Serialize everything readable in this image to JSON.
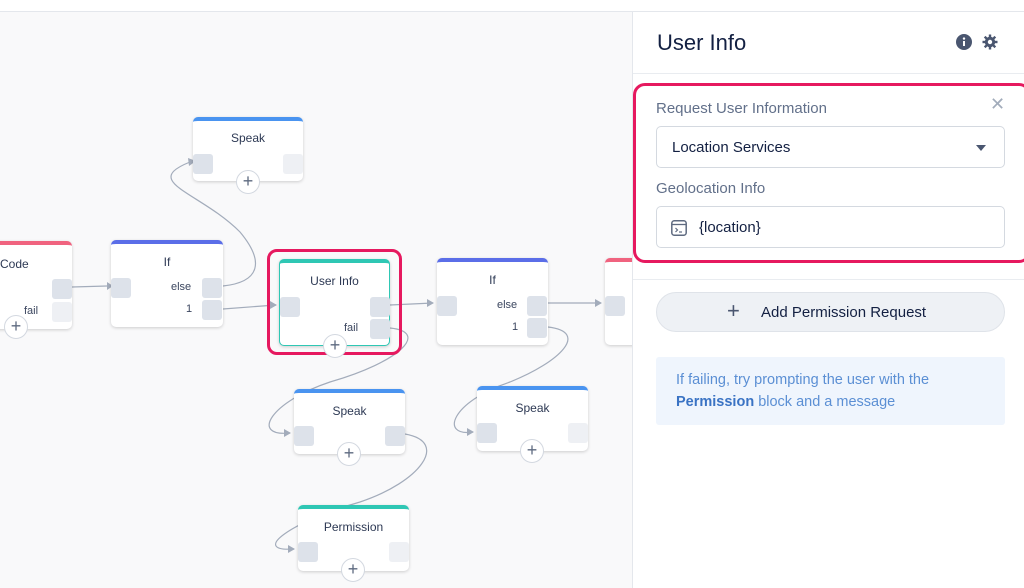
{
  "panel": {
    "title": "User Info",
    "info_icon": "info-icon",
    "settings_icon": "gear-icon",
    "request_label": "Request User Information",
    "request_value": "Location Services",
    "geo_label": "Geolocation Info",
    "geo_value": "{location}",
    "add_permission_label": "Add Permission Request",
    "hint_prefix": "If failing, try prompting the user with the",
    "hint_bold": "Permission",
    "hint_suffix": "block and a message"
  },
  "canvas": {
    "blocks": {
      "code": {
        "title": "Code",
        "port_fail": "fail",
        "color": "#f0637f"
      },
      "if1": {
        "title": "If",
        "port_else": "else",
        "port_one": "1",
        "color": "#5b6ee8"
      },
      "speak_top": {
        "title": "Speak",
        "color": "#4a94f0"
      },
      "user_info": {
        "title": "User Info",
        "port_fail": "fail",
        "color": "#2fc7b4"
      },
      "if2": {
        "title": "If",
        "port_else": "else",
        "port_one": "1",
        "color": "#5b6ee8"
      },
      "speak_mid": {
        "title": "Speak",
        "color": "#4a94f0"
      },
      "speak_right": {
        "title": "Speak",
        "color": "#4a94f0"
      },
      "permission": {
        "title": "Permission",
        "color": "#2fc7b4"
      }
    }
  },
  "colors": {
    "highlight": "#e6195f",
    "accent_blue": "#3a73c4"
  }
}
